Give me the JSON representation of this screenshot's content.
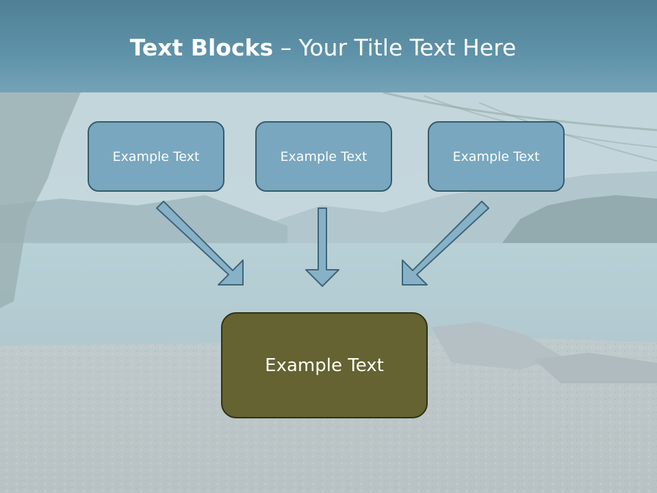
{
  "title": {
    "bold_part": "Text Blocks",
    "dash": "–",
    "rest": "Your Title Text Here"
  },
  "blocks": [
    {
      "label": "Example Text"
    },
    {
      "label": "Example Text"
    },
    {
      "label": "Example Text"
    }
  ],
  "target_block": {
    "label": "Example Text"
  },
  "colors": {
    "title_bar": "#5f93a9",
    "block_fill": "#78a7bf",
    "block_border": "#35596a",
    "target_fill": "#646331",
    "target_border": "#2f2f14",
    "arrow_fill": "#86b1c7",
    "arrow_stroke": "#3e6477"
  }
}
